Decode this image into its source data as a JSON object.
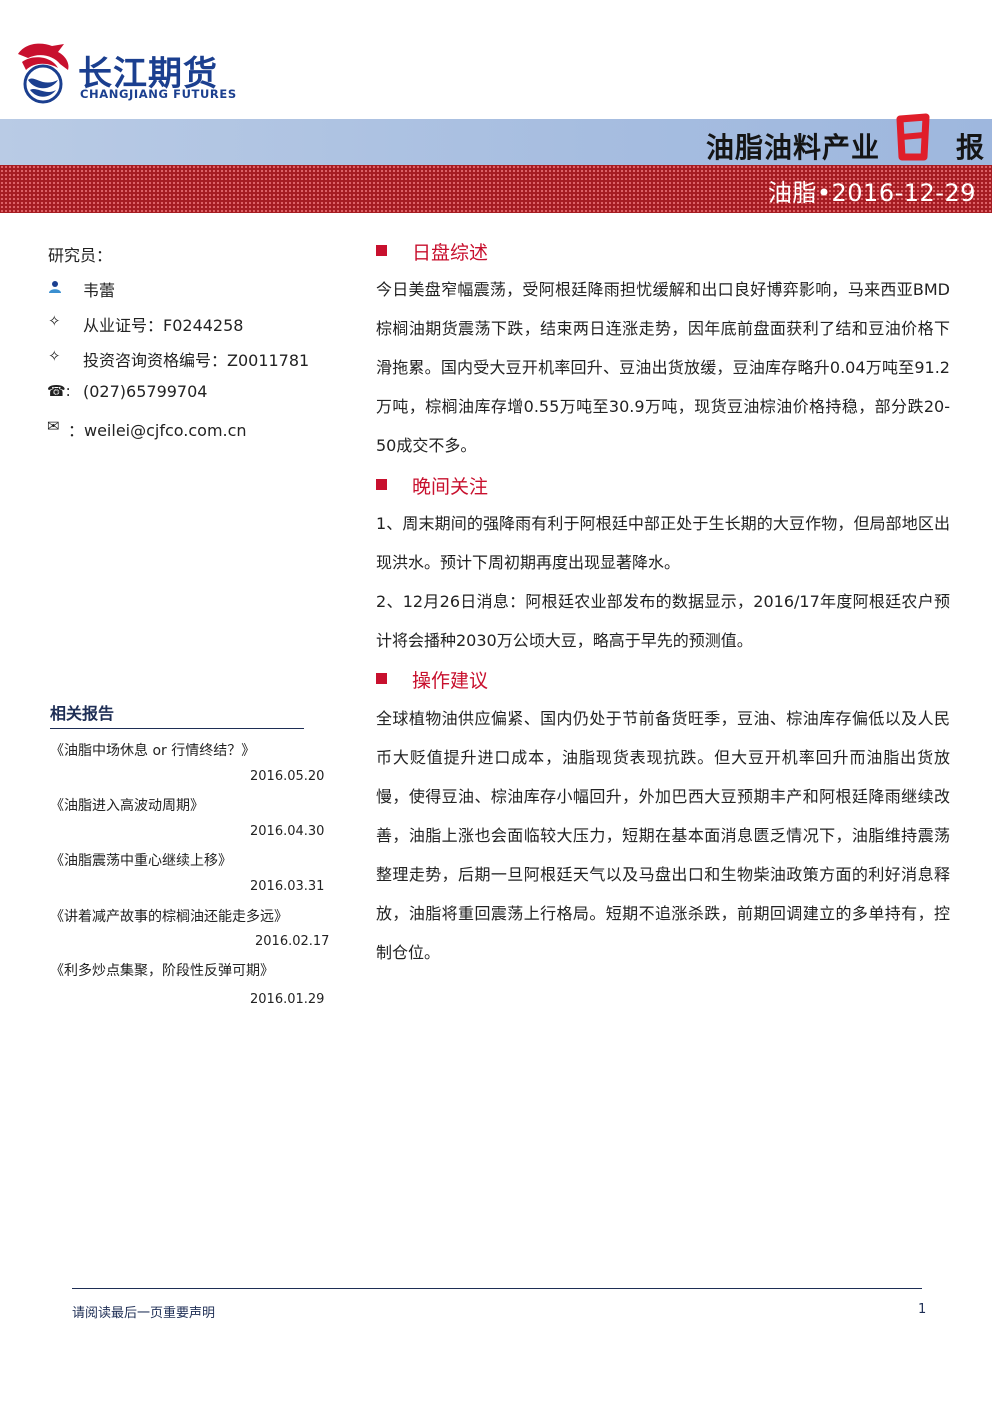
{
  "header": {
    "logo_cn": "长江期货",
    "logo_en": "CHANGJIANG FUTURES",
    "title": "油脂油料产业",
    "title_ri": "日",
    "title_bao": "报",
    "date": "油脂•2016-12-29"
  },
  "researcher": {
    "label": "研究员：",
    "name": "韦蕾",
    "cert": "从业证号：F0244258",
    "advisor_cert": "投资咨询资格编号：Z0011781",
    "phone": "(027)65799704",
    "email": "：weilei@cjfco.com.cn"
  },
  "related_reports": {
    "title": "相关报告",
    "items": [
      {
        "title": "《油脂中场休息 or 行情终结？》",
        "date": "2016.05.20"
      },
      {
        "title": "《油脂进入高波动周期》",
        "date": "2016.04.30"
      },
      {
        "title": "《油脂震荡中重心继续上移》",
        "date": "2016.03.31"
      },
      {
        "title": "《讲着减产故事的棕榈油还能走多远》",
        "date": "2016.02.17"
      },
      {
        "title": "《利多炒点集聚，阶段性反弹可期》",
        "date": "2016.01.29"
      }
    ]
  },
  "sections": {
    "daily": {
      "title": "日盘综述",
      "text": "今日美盘窄幅震荡，受阿根廷降雨担忧缓解和出口良好博弈影响，马来西亚BMD棕榈油期货震荡下跌，结束两日连涨走势，因年底前盘面获利了结和豆油价格下滑拖累。国内受大豆开机率回升、豆油出货放缓，豆油库存略升0.04万吨至91.2万吨，棕榈油库存增0.55万吨至30.9万吨，现货豆油棕油价格持稳，部分跌20-50成交不多。"
    },
    "evening": {
      "title": "晚间关注",
      "item1": "1、周末期间的强降雨有利于阿根廷中部正处于生长期的大豆作物，但局部地区出现洪水。预计下周初期再度出现显著降水。",
      "item2": "2、12月26日消息：阿根廷农业部发布的数据显示，2016/17年度阿根廷农户预计将会播种2030万公顷大豆，略高于早先的预测值。"
    },
    "advice": {
      "title": "操作建议",
      "text": "全球植物油供应偏紧、国内仍处于节前备货旺季，豆油、棕油库存偏低以及人民币大贬值提升进口成本，油脂现货表现抗跌。但大豆开机率回升而油脂出货放慢，使得豆油、棕油库存小幅回升，外加巴西大豆预期丰产和阿根廷降雨继续改善，油脂上涨也会面临较大压力，短期在基本面消息匮乏情况下，油脂维持震荡整理走势，后期一旦阿根廷天气以及马盘出口和生物柴油政策方面的利好消息释放，油脂将重回震荡上行格局。短期不追涨杀跌，前期回调建立的多单持有，控制仓位。"
    }
  },
  "footer": {
    "note": "请阅读最后一页重要声明",
    "page": "1"
  },
  "colors": {
    "brand_blue": "#1b3f8f",
    "band_blue": "#a6bde0",
    "band_red": "#a51c22",
    "accent_red": "#c8102e"
  }
}
